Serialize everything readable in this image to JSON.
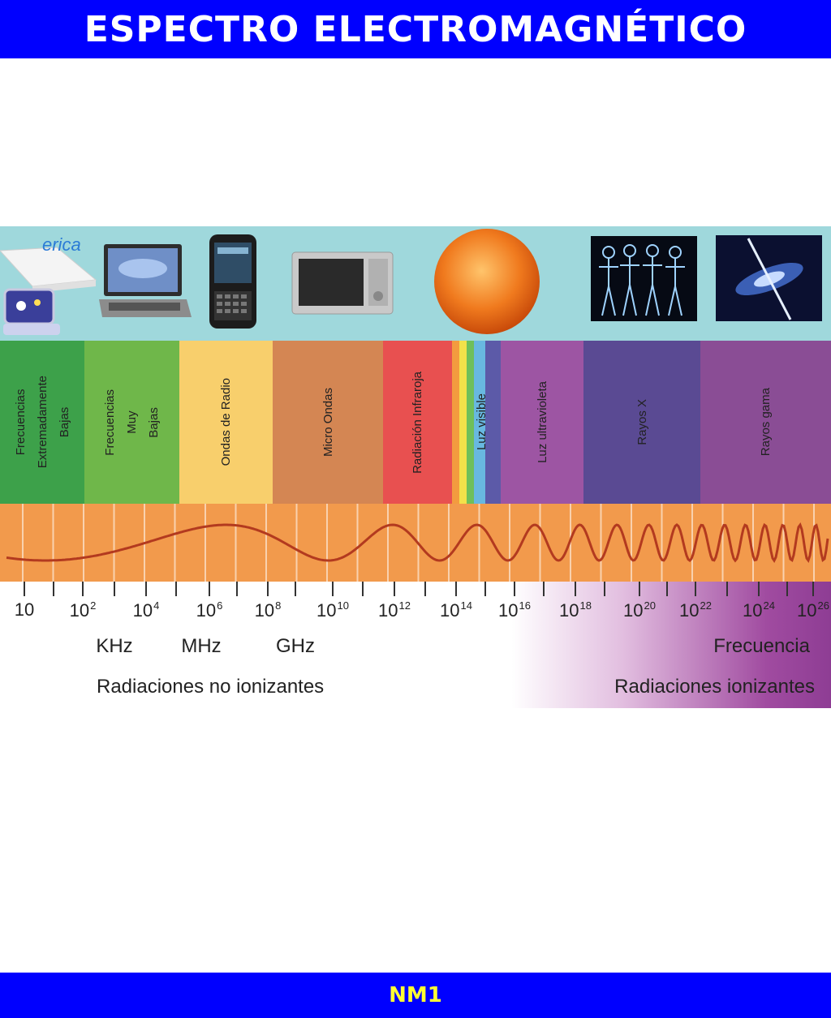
{
  "header": {
    "title": "ESPECTRO ELECTROMAGNÉTICO"
  },
  "footer": {
    "label": "NM1"
  },
  "logo": {
    "text": "erica"
  },
  "bands": [
    {
      "label": "Frecuencias\nExtremadamente\nBajas",
      "color": "#3da14a"
    },
    {
      "label": "Frecuencias\nMuy\nBajas",
      "color": "#6fb74a"
    },
    {
      "label": "Ondas de Radio",
      "color": "#f8cf6c"
    },
    {
      "label": "Micro Ondas",
      "color": "#d48653"
    },
    {
      "label": "Radiación Infraroja",
      "color": "#e85050"
    },
    {
      "label": "Luz visible",
      "color": "#68b8e0"
    },
    {
      "label": "Luz ultravioleta",
      "color": "#9d55a3"
    },
    {
      "label": "Rayos X",
      "color": "#5a4a93"
    },
    {
      "label": "Rayos gama",
      "color": "#8a4d95"
    }
  ],
  "axis": {
    "ticks": [
      {
        "base": "10",
        "exp": ""
      },
      {
        "base": "10",
        "exp": "2"
      },
      {
        "base": "10",
        "exp": "4"
      },
      {
        "base": "10",
        "exp": "6"
      },
      {
        "base": "10",
        "exp": "8"
      },
      {
        "base": "10",
        "exp": "10"
      },
      {
        "base": "10",
        "exp": "12"
      },
      {
        "base": "10",
        "exp": "14"
      },
      {
        "base": "10",
        "exp": "16"
      },
      {
        "base": "10",
        "exp": "18"
      },
      {
        "base": "10",
        "exp": "20"
      },
      {
        "base": "10",
        "exp": "22"
      },
      {
        "base": "10",
        "exp": "24"
      },
      {
        "base": "10",
        "exp": "26"
      }
    ],
    "units": [
      "KHz",
      "MHz",
      "GHz"
    ],
    "frequency_label": "Frecuencia",
    "non_ionizing_label": "Radiaciones no ionizantes",
    "ionizing_label": "Radiaciones ionizantes"
  },
  "colors": {
    "title_bg": "#0000ff",
    "title_text": "#ffffff",
    "footer_text": "#ffff33",
    "strip_bg": "#9fd8dc",
    "wave_bg": "#f29a4c",
    "wave_line": "#b33a1f"
  }
}
